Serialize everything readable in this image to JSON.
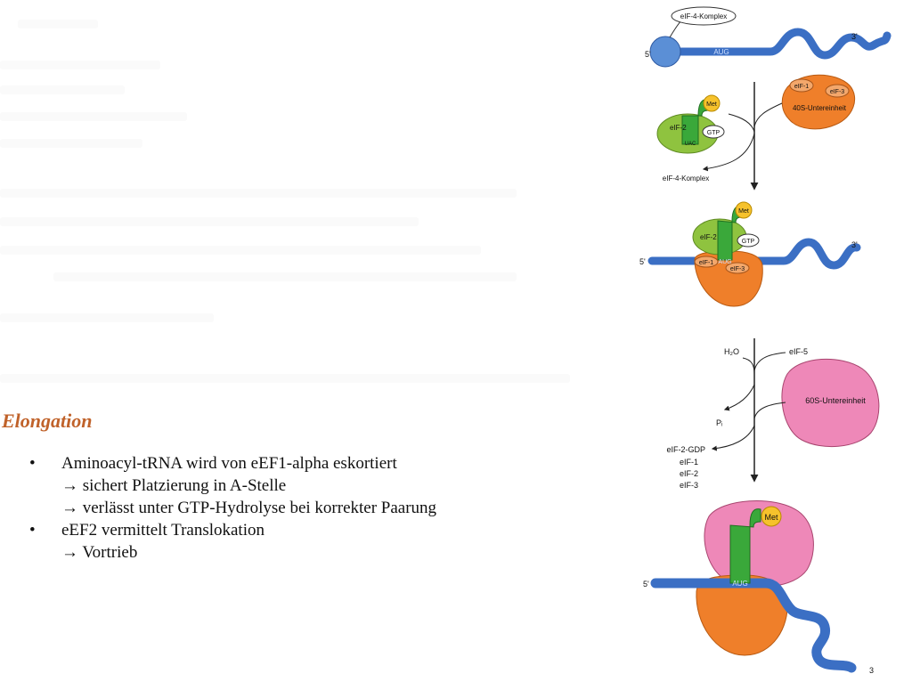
{
  "heading": "Elongation",
  "bullets": [
    {
      "text": "Aminoacyl-tRNA wird von eEF1-alpha eskortiert",
      "subpoints": [
        "→ sichert Platzierung in A-Stelle",
        "→ verlässt unter GTP-Hydrolyse bei korrekter Paarung"
      ]
    },
    {
      "text": "eEF2 vermittelt Translokation",
      "subpoints": [
        "→ Vortrieb"
      ]
    }
  ],
  "diagram": {
    "eif4_complex": "eIF-4-Komplex",
    "end5": "5'",
    "end3": "3'",
    "end3_final": "3",
    "aug": "AUG",
    "met": "Met",
    "eif2": "eIF-2",
    "gtp": "GTP",
    "uac": "UAC",
    "eif1": "eIF-1",
    "eif3": "eIF-3",
    "sub40s": "40S-Untereinheit",
    "eif4_release": "eIF-4-Komplex",
    "h2o": "H₂O",
    "eif5": "eIF-5",
    "sub60s": "60S-Untereinheit",
    "pi": "Pᵢ",
    "released": [
      "eIF-2-GDP",
      "eIF-1",
      "eIF-2",
      "eIF-3"
    ],
    "colors": {
      "mrna": "#3b6fc4",
      "cap": "#5b8fd6",
      "eif2_green": "#8fc33f",
      "trna_green": "#3aa83a",
      "orange_40s": "#ef7f2a",
      "light_orange": "#f3a76b",
      "met_yellow": "#f6c22c",
      "pink_60s": "#ee88b8",
      "heading_orange": "#c0622a"
    }
  }
}
